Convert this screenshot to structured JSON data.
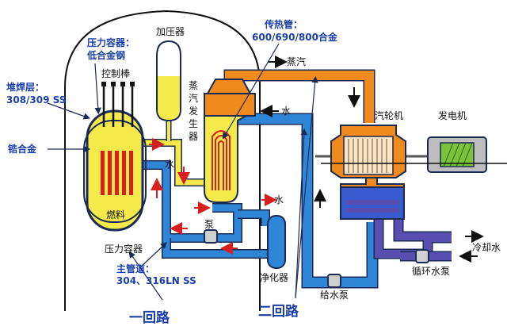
{
  "labels": {
    "pressurizer": "加压器",
    "pressure_vessel_title": "压力容器：",
    "pressure_vessel_material": "低合金钢",
    "control_rod": "控制棒",
    "cladding_title": "堆焊层：",
    "cladding_material": "308/309 SS",
    "zirconium": "锆合金",
    "fuel": "燃料",
    "pressure_vessel": "压力容器",
    "main_pipe_title": "主管道：",
    "main_pipe_material": "304、316LN SS",
    "primary_loop": "一回路",
    "steam_generator": [
      "蒸",
      "汽",
      "发",
      "生",
      "器"
    ],
    "heat_tube_title": "传热管：",
    "heat_tube_material": "600/690/800合金",
    "steam": "蒸汽",
    "water_top": "水",
    "water_mid": "水",
    "water_right": "水",
    "pump": "泵",
    "purifier": "净化器",
    "feed_pump": "给水泵",
    "secondary_loop": "二回路",
    "turbine": "汽轮机",
    "generator": "发电机",
    "cooling_water": "冷却水",
    "circulating_pump": "循环水泵"
  },
  "colors": {
    "hot_pipe": "#f08a1c",
    "cold_pipe": "#2f86d6",
    "pipe_outline": "#1b2a55",
    "pressurizer_fill": "#f6ea4a",
    "core_fill": "#f6ea4a",
    "fuel_rod": "#d81f1f",
    "label_blue": "#1a3fa8",
    "flow_arrow": "#d81f1f",
    "turbine_orange": "#f08a1c",
    "generator_green": "#7cc23a",
    "condenser_blue": "#3a5bd0",
    "cooling_purple": "#5a4fb0"
  }
}
